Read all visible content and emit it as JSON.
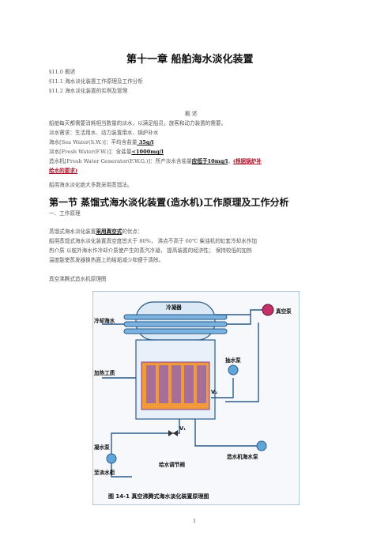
{
  "chapter_title": "第十一章   船舶海水淡化装置",
  "toc": [
    "§11.0 概述",
    "§11.1 海水淡化装置工作原理及工作分析",
    "§11.2 海水淡化装置的实例及管理"
  ],
  "overview": {
    "heading": "概 述",
    "line1": "船舶每天都需要消耗相当数量的淡水，以满足船员，旅客和动力装置的需要。",
    "line2": "淡水需求：生活用水、动力装置用水、锅炉补水",
    "line3_pre": "海水[Sea Water(S.W.)]：平均含盐量",
    "line3_val": " 35g/l",
    "line4_pre": "淡水[Fresh Water(F.W.)]：含盐量",
    "line4_val": "<1000mg/l",
    "line5_pre": "造水机[Fresh  Water  Generator(F.W.G.)]：所产淡水含盐量",
    "line5_val": "应低于10mg/l",
    "line5_mid": "，",
    "line5_red": "(根据锅炉补",
    "line6_red": "给水的要求)",
    "line7": "船用海水淡化绝大多数采用蒸馏法。"
  },
  "section1": {
    "title": "第一节  蒸馏式海水淡化装置(造水机)工作原理及工作分析",
    "sub": "一、工作原理",
    "adv_pre": "蒸馏式海水淡化装置",
    "adv_key": "采用真空式",
    "adv_post": "的优点：",
    "para1": "   船用蒸馏式海水淡化装置真空度皆大于 80%，  沸点不高于 60℃ 柴油机的缸套冷却水作加",
    "para2": "热介质  以舷外海水作冷却介质使产生的蒸汽冷凝，  提高装置的经济性；  保持较低的加热",
    "para3": "温度能使蒸发器换热面上的结垢减少和便于清除。",
    "diagram_heading": "真空沸腾式造水机原理图"
  },
  "diagram": {
    "labels": {
      "condenser": "冷凝器",
      "cooling_sw": "冷却海水",
      "vacuum_pump": "真空泵",
      "heating_medium": "加热工质",
      "pump_fw": "抽水泵",
      "sw_pump": "凝水泵",
      "to_tank": "至淡水柜",
      "feed_valve": "给水调节阀",
      "ejector_pump": "造水机海水泵",
      "v_a": "V₁",
      "v_b": "V₂"
    },
    "caption": "图 14-1   真空沸腾式海水淡化装置原理图"
  },
  "page_number": "1"
}
